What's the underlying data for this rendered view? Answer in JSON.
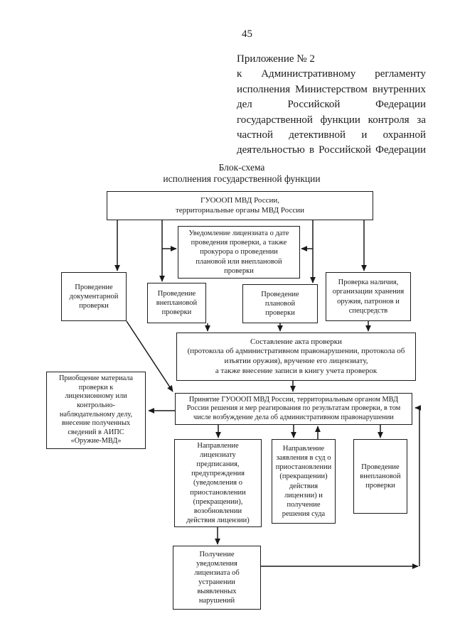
{
  "page": {
    "number": "45"
  },
  "header": {
    "lines": [
      "Приложение № 2",
      "к Административному регламенту",
      "исполнения Министерством внутренних",
      "дел Российской Федерации",
      "государственной функции контроля за",
      "частной детективной и охранной",
      "деятельностью в Российской Федерации"
    ]
  },
  "title": {
    "line1": "Блок-схема",
    "line2": "исполнения государственной функции"
  },
  "flowchart": {
    "boxes": {
      "authority": "ГУОООП МВД России,\nтерриториальные органы МВД России",
      "notify": "Уведомление лицензиата о дате\nпроведения проверки, а также\nпрокурора о проведении\nплановой или внеплановой\nпроверки",
      "documentary": "Проведение\nдокументарной\nпроверки",
      "unscheduled": "Проведение\nвнеплановой\nпроверки",
      "scheduled": "Проведение\nплановой\nпроверки",
      "presence": "Проверка наличия,\nорганизации хранения\nоружия, патронов и\nспецсредств",
      "act": "Составление  акта проверки\n(протокола об административном правонарушении, протокола об\nизъятии оружия), вручение его лицензиату,\nа также  внесение записи в книгу учета проверок",
      "attach": "Приобщение материала\nпроверки к\nлицензионному или\nконтрольно-\nнаблюдательному делу,\nвнесение полученных\nсведений в  АИПС\n«Оружие-МВД»",
      "decision": "Принятие ГУОООП МВД России, территориальным органом МВД\nРоссии решения и мер реагирования  по результатам проверки, в том\nчисле возбуждение дела об административном правонарушении",
      "prescription": "Направление\nлицензиату\nпредписания,\nпредупреждения\n(уведомления о\nприостановлении\n(прекращении),\nвозобновлении\nдействия лицензии)",
      "court": "Направление\nзаявления в суд о\nприостановлении\n(прекращении)\nдействия\nлицензии) и\nполучение\nрешения суда",
      "unscheduled2": "Проведение\nвнеплановой\nпроверки",
      "violation_notice": "Получение\nуведомления\nлицензиата об\nустранении\nвыявленных\nнарушений"
    }
  },
  "colors": {
    "ink": "#1a1a1a",
    "paper": "#ffffff"
  }
}
